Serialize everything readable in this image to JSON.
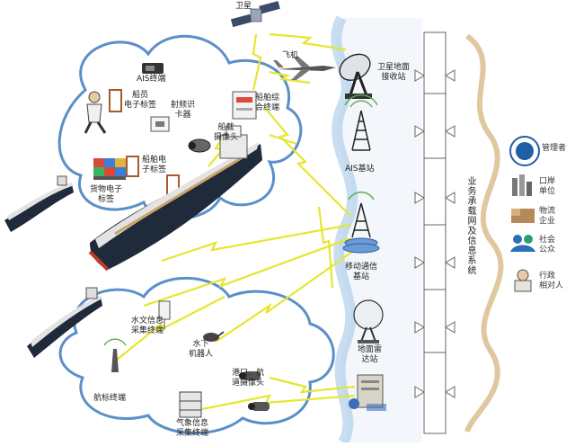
{
  "labels": {
    "satellite": "卫星",
    "aircraft": "飞机",
    "sat_ground": "卫星地面\n接收站",
    "ais_terminal": "AIS终端",
    "crew_tag": "船员\n电子标签",
    "hull_reader": "射频识\n卡器",
    "integrated_ship": "船舶综\n合终端",
    "cabin_camera": "船载\n摄像头",
    "ship_tag": "船舶电\n子标签",
    "cargo_tag": "货物电子\n标签",
    "ais_base": "AIS基站",
    "mobile_base": "移动通信\n基站",
    "hydro_terminal": "水文信息\n采集终端",
    "underwater_robot": "水下\n机器人",
    "shore_station": "地面雷\n达站",
    "nav_terminal": "航标终端",
    "port_camera": "港口、航\n道摄像头",
    "weather_terminal": "气象信息\n采集终端",
    "network_system": "业务承载网及信息系统",
    "managers": "管理者",
    "port_units": "口岸\n单位",
    "logistics": "物流\n企业",
    "public": "社会\n公众",
    "admin": "行政\n相对人"
  },
  "colors": {
    "cloud": "#5b8fc9",
    "link": "#e6e62e",
    "signal": "#5fa857",
    "frame": "#7a7a7a",
    "ship_hull": "#1f2a3a",
    "ship_deck": "#e8e8e8",
    "stripe": "#c9a36a"
  },
  "icons": {
    "satellite": "satellite-icon",
    "aircraft": "airplane-icon",
    "dish": "radar-dish-icon",
    "tower": "antenna-tower-icon",
    "server": "server-icon",
    "camera": "camera-icon",
    "tag": "rfid-tag-icon",
    "ship": "ship-icon",
    "robot": "robot-icon",
    "buoy": "buoy-icon"
  }
}
